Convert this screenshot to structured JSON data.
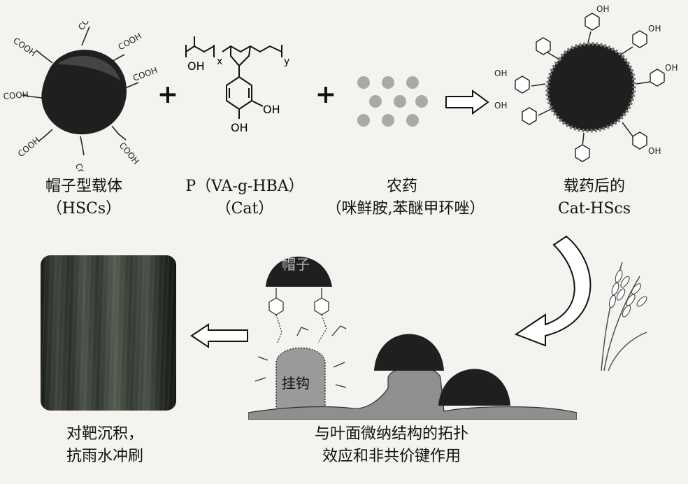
{
  "carrier": {
    "group_label": "COOH",
    "name": "帽子型载体",
    "abbr": "（HSCs）"
  },
  "polymer": {
    "formula": "P（VA-g-HBA）",
    "abbr": "（Cat）",
    "oh_top": "OH",
    "oh_ring_right": "OH",
    "oh_ring_bottom": "OH",
    "sub_x": "x",
    "sub_y": "y"
  },
  "pesticide": {
    "name": "农药",
    "examples": "（咪鲜胺,苯醚甲环唑）"
  },
  "loaded": {
    "name": "载药后的",
    "abbr": "Cat-HScs",
    "oh_label": "OH"
  },
  "operators": {
    "plus": "+"
  },
  "interface": {
    "cap_label": "帽子",
    "hook_label": "挂钩",
    "mechanism_line1": "与叶面微纳结构的拓扑",
    "mechanism_line2": "效应和非共价键作用"
  },
  "result": {
    "line1": "对靶沉积，",
    "line2": "抗雨水冲刷"
  },
  "colors": {
    "particle": "#1f1f1f",
    "dot": "#a9a9a9",
    "hook": "#9a9a9a",
    "leaf": "#3a3f37",
    "background": "#f4f3ef"
  }
}
